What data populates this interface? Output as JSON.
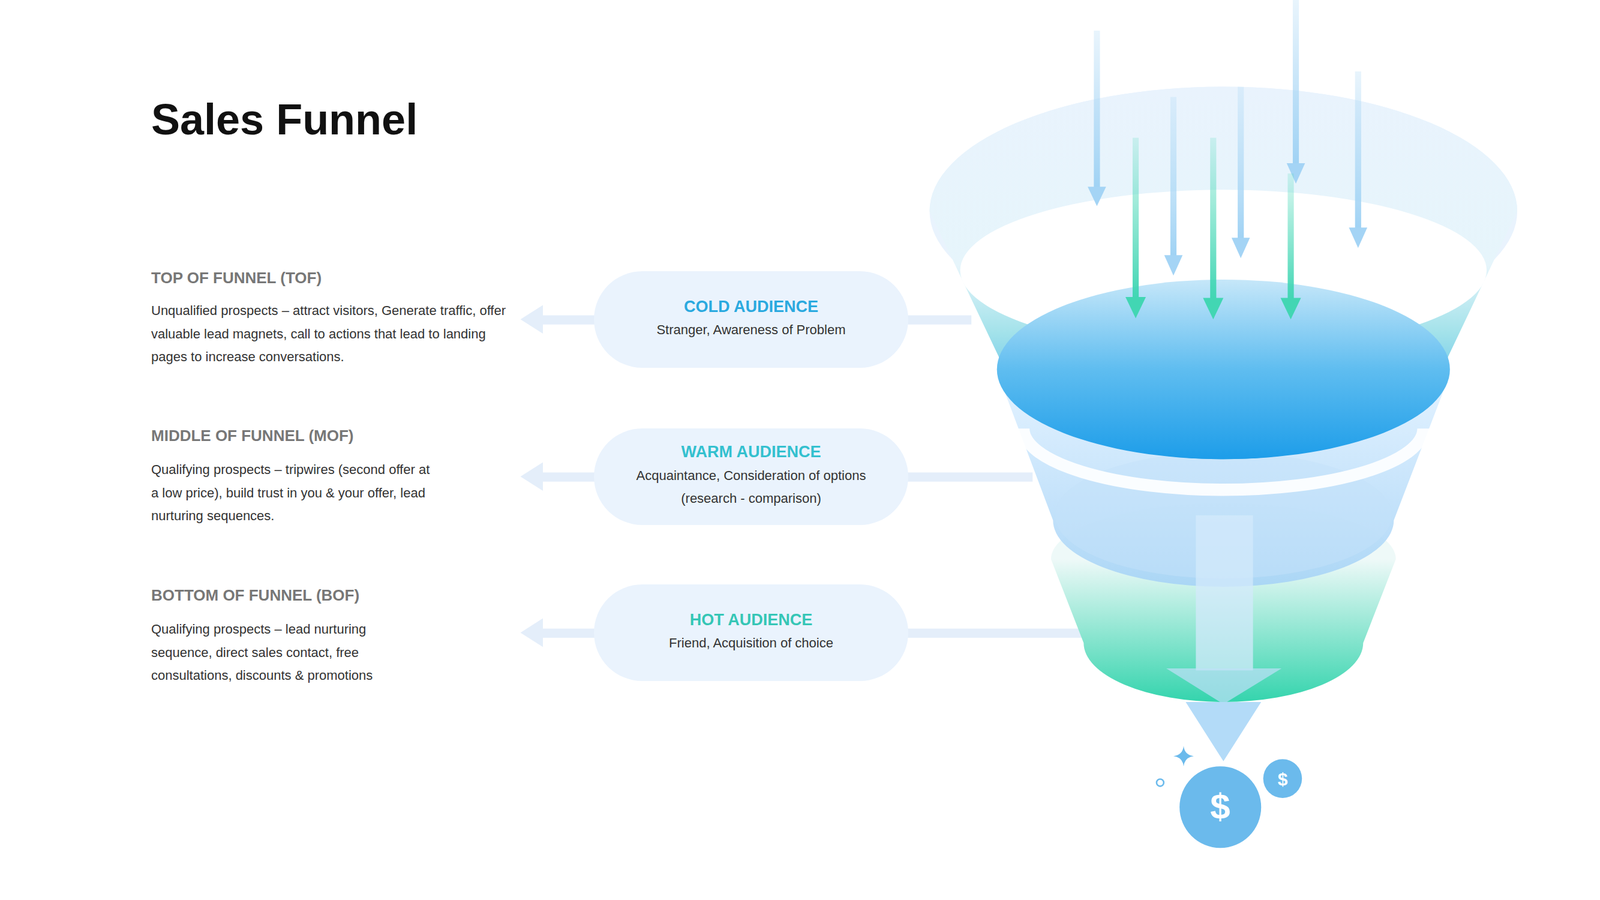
{
  "diagram": {
    "title": "Sales Funnel",
    "nodes": [
      {
        "text": [
          "COLD AUDIENCE",
          "Stranger, Awareness of Problem"
        ]
      },
      {
        "text": [
          "WARM AUDIENCE",
          "Acquaintance, Consideration of options (research - comparison)"
        ]
      },
      {
        "text": [
          "HOT AUDIENCE",
          "Friend, Acquisition of choice"
        ]
      }
    ],
    "labels": [
      "TOP OF FUNNEL (TOF)",
      "Unqualified prospects – attract visitors, Generate traffic, offer valuable lead magnets, call to actions that lead to landing pages to increase conversations.",
      "MIDDLE OF FUNNEL (MOF)",
      "Qualifying prospects – tripwires (second offer at a low price), build trust in you & your offer, lead nurturing sequences.",
      "BOTTOM OF FUNNEL (BOF)",
      "Qualifying prospects – lead nurturing sequence, direct sales contact, free consultations, discounts & promotions",
      "$",
      "$"
    ]
  }
}
